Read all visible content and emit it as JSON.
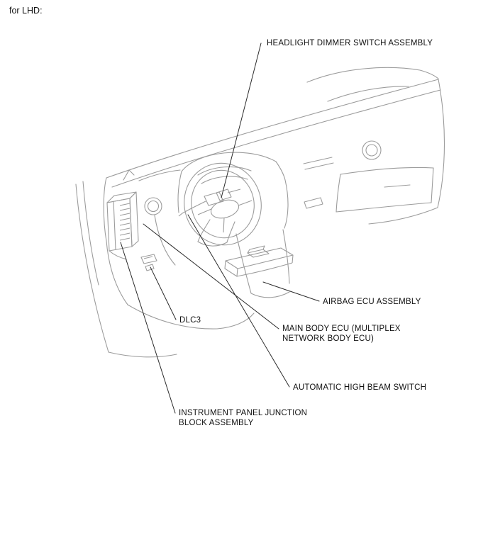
{
  "page": {
    "variant_label": "for LHD:"
  },
  "art": {
    "line_art_color": "#9c9c9c",
    "leader_line_color": "#2b2b2b",
    "text_color": "#111111",
    "background_color": "#ffffff"
  },
  "callouts": [
    {
      "id": "headlight-dimmer-switch-assembly",
      "lines": [
        "HEADLIGHT DIMMER SWITCH ASSEMBLY"
      ]
    },
    {
      "id": "airbag-ecu-assembly",
      "lines": [
        "AIRBAG ECU ASSEMBLY"
      ]
    },
    {
      "id": "main-body-ecu",
      "lines": [
        "MAIN BODY ECU (MULTIPLEX",
        "NETWORK BODY ECU)"
      ]
    },
    {
      "id": "dlc3",
      "lines": [
        "DLC3"
      ]
    },
    {
      "id": "automatic-high-beam-switch",
      "lines": [
        "AUTOMATIC HIGH BEAM SWITCH"
      ]
    },
    {
      "id": "instrument-panel-junction-block-assembly",
      "lines": [
        "INSTRUMENT PANEL JUNCTION",
        "BLOCK ASSEMBLY"
      ]
    }
  ]
}
